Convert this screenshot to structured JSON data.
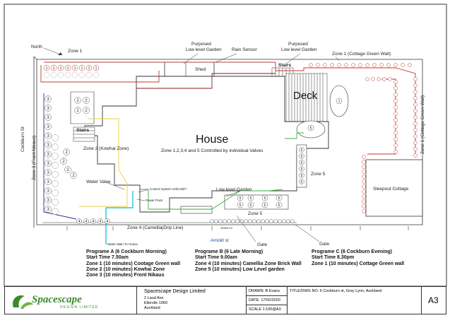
{
  "labels": {
    "north": "North",
    "zone1_left": "Zone 1",
    "purposed1": "Purposed",
    "lowlevel1": "Low level Garden",
    "rain_sensor": "Rain Sensor",
    "purposed2": "Purposed",
    "lowlevel2": "Low level Garden",
    "zone1_cottage": "Zone 1 (Cottage Green Wall)",
    "shed": "Shed",
    "stairs_top": "Stairs",
    "deck": "Deck",
    "house": "House",
    "house_sub": "Zone 1,2,3,4 and 5 Controlled by individual Valves",
    "cockburn_st": "Cockburn St",
    "zone3": "Zone 3 (Front Nikaus)",
    "stairs_left": "Stairs",
    "zone2": "Zone 2 (Kowhai Zone)",
    "water_valve": "Water Valve",
    "control_system": "Control System Orbit WiFi",
    "power_point": "Power Point",
    "low_level_garden": "Low level Garden",
    "zone5_bottom": "Zone 5",
    "zone5_right": "Zone 5",
    "zone1_right": "Zone 1 (Cottage Green Wall)",
    "sleepout": "Sleepout Cottage",
    "zone4": "Zone 4 (Camellia Drip Line)",
    "dimension": "34500.43",
    "arnold_st": "Arnold st",
    "gate1": "Gate",
    "gate2": "Gate",
    "water_main": "Water Main To House"
  },
  "programs": {
    "a": [
      "Programe A (6 Cockburn Morning)",
      "Start Time 7.50am",
      "Zone 1 (10 minutes) Cootage Green wall",
      "Zone 2 (10 minutes) Kowhai Zone",
      "Zone 3 (10 minutes) Front Nikaus"
    ],
    "b": [
      "Programe  B  (6 Late Morning)",
      "Start Time 9.00am",
      "Zone 4 (10 minutes) Camellia Zone Brick Wall",
      "Zone 5 (10 minutes) Low Level garden"
    ],
    "c": [
      "Programe C (6 Cockburn Evening)",
      "Start Time 8.30pm",
      "Zone 1 (10 minutes) Cottage Green wall"
    ]
  },
  "zone_markers": {
    "z1": "1",
    "z2": "2",
    "z3": "3",
    "z4": "4",
    "z5": "5"
  },
  "title_block": {
    "logo_text": "Spacescape",
    "logo_sub": "DESIGN LIMITED",
    "company": "Spacescape Design Limited",
    "addr1": "2 Laud Ave",
    "addr2": "Ellerslie 1060",
    "addr3": "Auckland",
    "drawn": "DRAWN: B Evans",
    "date": "DATE: 17/02/2020",
    "scale": "SCALE 1:100@A3",
    "title_dwg": "TITLE/DWG NO. 6 Cockburn st, Grey Lynn, Auckland",
    "sheet": "A3"
  },
  "colors": {
    "red": "#c0392b",
    "dark_red": "#8b1a1a",
    "yellow": "#e8d23a",
    "green": "#3cb043",
    "cyan": "#00bcd4",
    "navy": "#2e2e8f",
    "blue": "#1f3fbf",
    "logo_green": "#3c8a2e"
  }
}
